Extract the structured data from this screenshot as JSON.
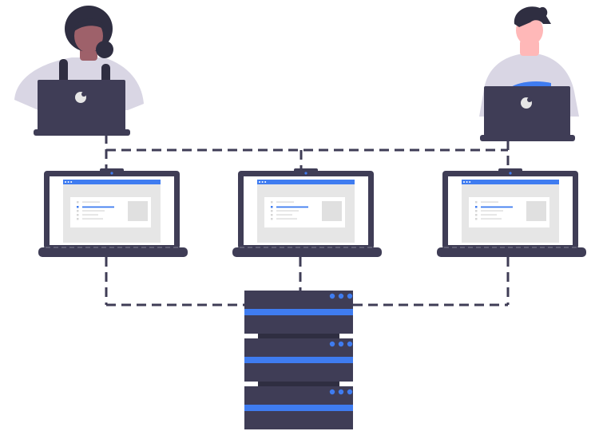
{
  "palette": {
    "dark": "#3f3d56",
    "accent": "#3f7cf0",
    "light_gray": "#e6e6e6",
    "panel_white": "#ffffff",
    "avatar_placeholder": "#e0e0e0",
    "line_gray": "#d6d6d6",
    "woman_skin": "#9e616a",
    "man_skin": "#ffb8b8",
    "shirt": "#d9d6e4",
    "hair_dark": "#2f2e41"
  },
  "icons": [
    "user-woman-icon",
    "user-man-icon",
    "laptop-icon",
    "browser-window-icon",
    "server-rack-icon",
    "network-connection-icon"
  ],
  "structure": {
    "users": [
      "woman",
      "man"
    ],
    "client_laptops": 3,
    "server_units": 3,
    "status_lights_per_unit": 3
  }
}
